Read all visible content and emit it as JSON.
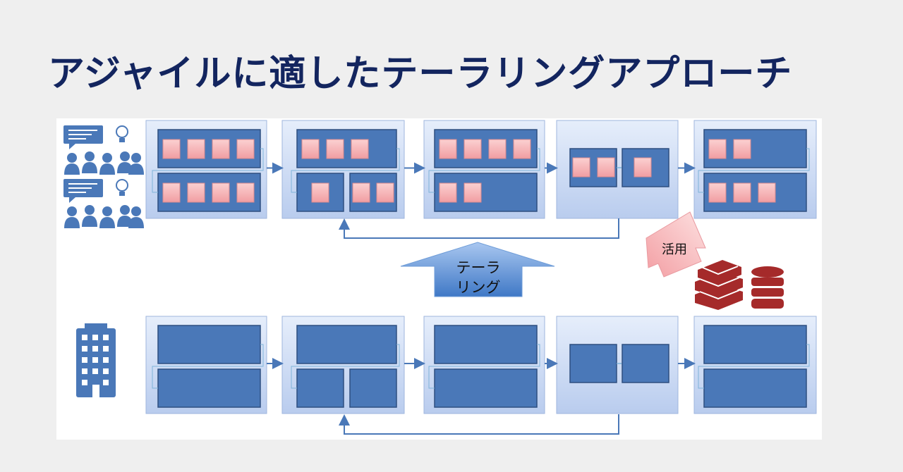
{
  "title": "アジャイルに適したテーラリングアプローチ",
  "labels": {
    "tailoring_line1": "テーラ",
    "tailoring_line2": "リング",
    "utilize": "活用"
  },
  "colors": {
    "title": "#13255f",
    "stage_fill_top": "#e4ecfa",
    "stage_fill_bottom": "#b8cbee",
    "block_fill": "#4a78b8",
    "task_fill": "#f7b6b8",
    "icon": "#4a78b8",
    "book_db": "#a52a2a",
    "utilize_arrow": "#f5b8b8",
    "tailoring_arrow": "#6f9dd8"
  },
  "top_rows_tasks": [
    [
      4,
      4
    ],
    [
      3,
      "1|2"
    ],
    [
      4,
      2
    ],
    [
      "2|1"
    ],
    [
      2,
      3
    ]
  ],
  "icons": [
    "meeting-icon",
    "meeting-icon",
    "building-icon",
    "books-icon",
    "database-icon"
  ]
}
